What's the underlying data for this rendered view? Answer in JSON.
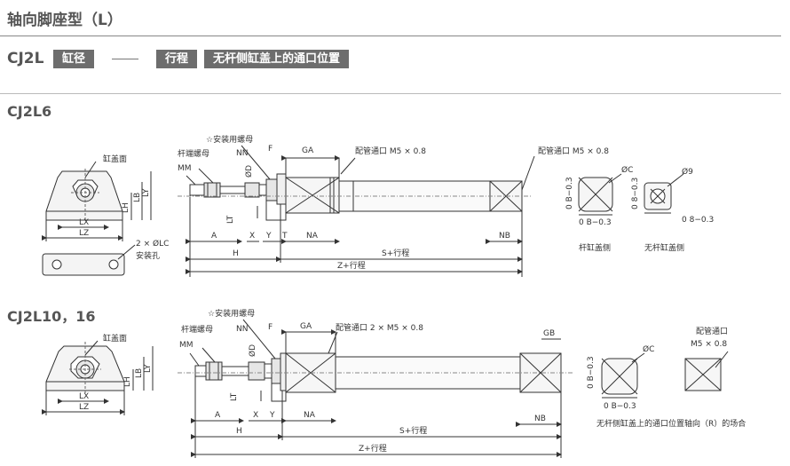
{
  "header": {
    "title": "轴向脚座型（L）",
    "model_code": "CJ2L",
    "tag_bore": "缸径",
    "tag_stroke": "行程",
    "tag_port": "无杆侧缸盖上的通口位置"
  },
  "section1": {
    "title": "CJ2L6",
    "labels": {
      "cover_face": "缸盖面",
      "lc": "2 × ØLC",
      "mount_hole": "安装孔",
      "lx": "LX",
      "lz": "LZ",
      "lh": "LH",
      "lb": "LB",
      "ly": "LY",
      "rod_nut": "杆端螺母",
      "mount_nut": "☆安装用螺母",
      "mm": "MM",
      "nn": "NN",
      "f": "F",
      "ga": "GA",
      "port_head": "配管通口 M5 × 0.8",
      "port_rear": "配管通口 M5 × 0.8",
      "d": "ØD",
      "lt": "LT",
      "a": "A",
      "x": "X",
      "y": "Y",
      "t": "T",
      "na": "NA",
      "nb": "NB",
      "h": "H",
      "s_stroke": "S+行程",
      "z_stroke": "Z+行程",
      "oc": "ØC",
      "b_tol_v": "0 B−0.3",
      "b_tol_h": "0 B−0.3",
      "rod_side": "杆缸盖侧",
      "o9": "Ø9",
      "tol_8_v": "0 8−0.3",
      "tol_8_h": "0 8−0.3",
      "headless_side": "无杆缸盖侧"
    }
  },
  "section2": {
    "title": "CJ2L10，16",
    "labels": {
      "cover_face": "缸盖面",
      "lx": "LX",
      "lz": "LZ",
      "lh": "LH",
      "lb": "LB",
      "ly": "LY",
      "rod_nut": "杆端螺母",
      "mount_nut": "☆安装用螺母",
      "mm": "MM",
      "nn": "NN",
      "f": "F",
      "ga": "GA",
      "port_head": "配管通口 2 × M5 × 0.8",
      "gb": "GB",
      "d": "ØD",
      "lt": "LT",
      "a": "A",
      "x": "X",
      "y": "Y",
      "na": "NA",
      "nb": "NB",
      "h": "H",
      "s_stroke": "S+行程",
      "z_stroke": "Z+行程",
      "oc": "ØC",
      "b_tol_v": "0 B−0.3",
      "b_tol_h": "0 B−0.3",
      "port_right": "配管通口",
      "port_right2": "M5 × 0.8",
      "note": "无杆侧缸盖上的通口位置轴向（R）的场合"
    }
  }
}
